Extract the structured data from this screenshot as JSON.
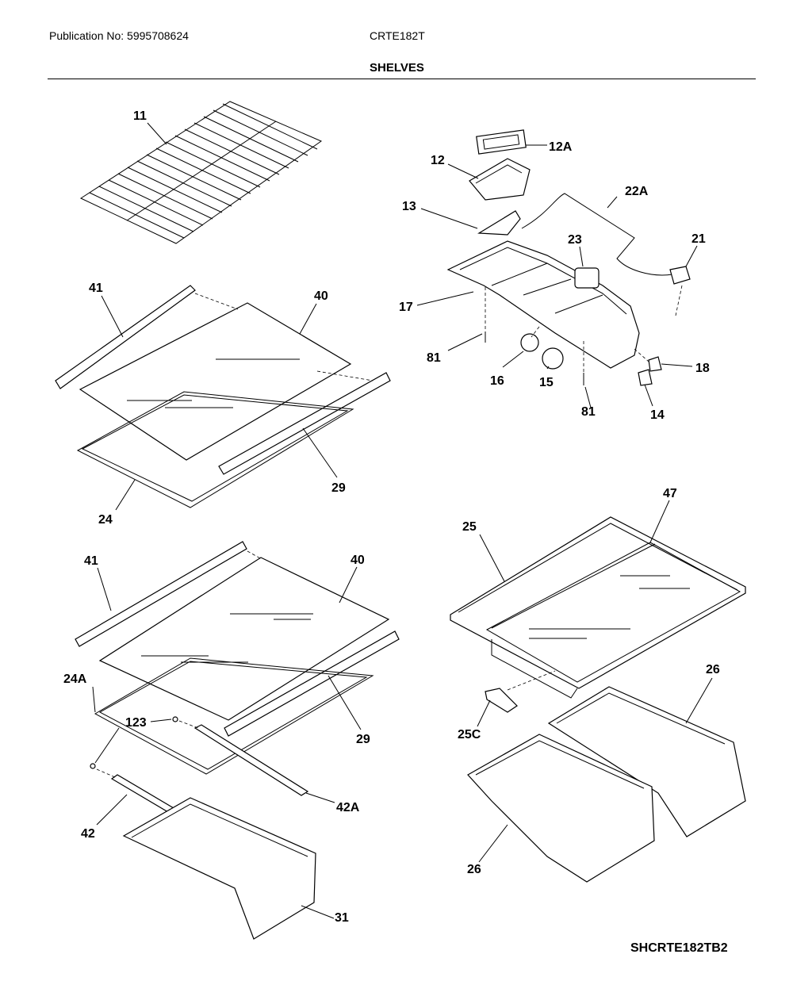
{
  "header": {
    "publication": "Publication No: 5995708624",
    "model": "CRTE182T",
    "section_title": "SHELVES"
  },
  "footer": {
    "diagram_code": "SHCRTE182TB2"
  },
  "callouts": {
    "c11": "11",
    "c12A": "12A",
    "c12": "12",
    "c22A": "22A",
    "c13": "13",
    "c23": "23",
    "c21": "21",
    "c17": "17",
    "c81a": "81",
    "c16": "16",
    "c15": "15",
    "c18": "18",
    "c81b": "81",
    "c14": "14",
    "c41a": "41",
    "c40a": "40",
    "c29a": "29",
    "c24": "24",
    "c47": "47",
    "c25": "25",
    "c41b": "41",
    "c40b": "40",
    "c24A": "24A",
    "c123": "123",
    "c29b": "29",
    "c42A": "42A",
    "c42": "42",
    "c31": "31",
    "c26a": "26",
    "c25C": "25C",
    "c26b": "26"
  }
}
